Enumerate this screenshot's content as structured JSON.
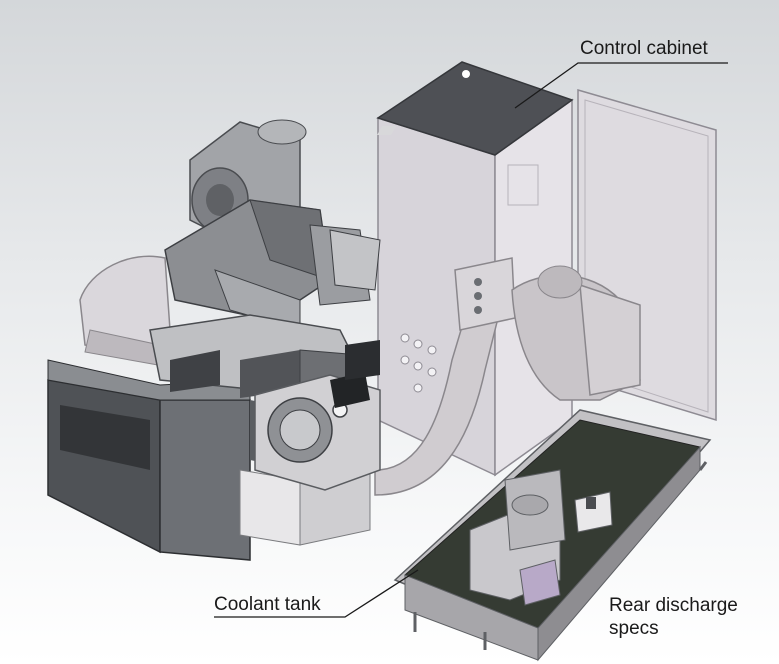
{
  "labels": {
    "control_cabinet": "Control cabinet",
    "coolant_tank": "Coolant tank",
    "rear_discharge": "Rear discharge specs"
  },
  "colors": {
    "background_top": "#d4d7da",
    "background_bottom": "#ffffff",
    "machine_dark": "#55585c",
    "machine_mid": "#8c8f93",
    "machine_light": "#c9cacd",
    "cabinet_face": "#dcd9de",
    "tank_floor": "#353b33",
    "label_text": "#1a1a1a"
  }
}
